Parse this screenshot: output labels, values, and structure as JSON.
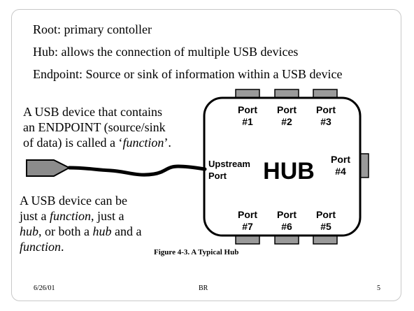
{
  "bullets": [
    "Root: primary contoller",
    "Hub: allows the connection of multiple USB devices",
    "Endpoint: Source or sink of information within a USB device"
  ],
  "function_text": {
    "line1": "A USB device that contains",
    "line2": "an ENDPOINT (source/sink",
    "line3_pre": "of data) is called a ‘",
    "line3_em": "function",
    "line3_post": "’."
  },
  "device_text": {
    "line1": "A USB device can be",
    "line2_pre": "just a ",
    "line2_em": "function",
    "line2_post": ", just a",
    "line3_em1": "hub",
    "line3_mid": ", or both a ",
    "line3_em2": "hub",
    "line3_post": " and a",
    "line4_em": "function",
    "line4_post": "."
  },
  "hub": {
    "title": "HUB",
    "upstream_line1": "Upstream",
    "upstream_line2": "Port",
    "ports": [
      {
        "name": "Port",
        "num": "#1"
      },
      {
        "name": "Port",
        "num": "#2"
      },
      {
        "name": "Port",
        "num": "#3"
      },
      {
        "name": "Port",
        "num": "#4"
      },
      {
        "name": "Port",
        "num": "#5"
      },
      {
        "name": "Port",
        "num": "#6"
      },
      {
        "name": "Port",
        "num": "#7"
      }
    ]
  },
  "caption": "Figure 4-3.  A Typical Hub",
  "footer": {
    "date": "6/26/01",
    "author": "BR",
    "page": "5"
  },
  "colors": {
    "port_fill": "#9a9a9a",
    "plug_fill": "#8c8c8c",
    "frame": "#c8c8c8"
  }
}
